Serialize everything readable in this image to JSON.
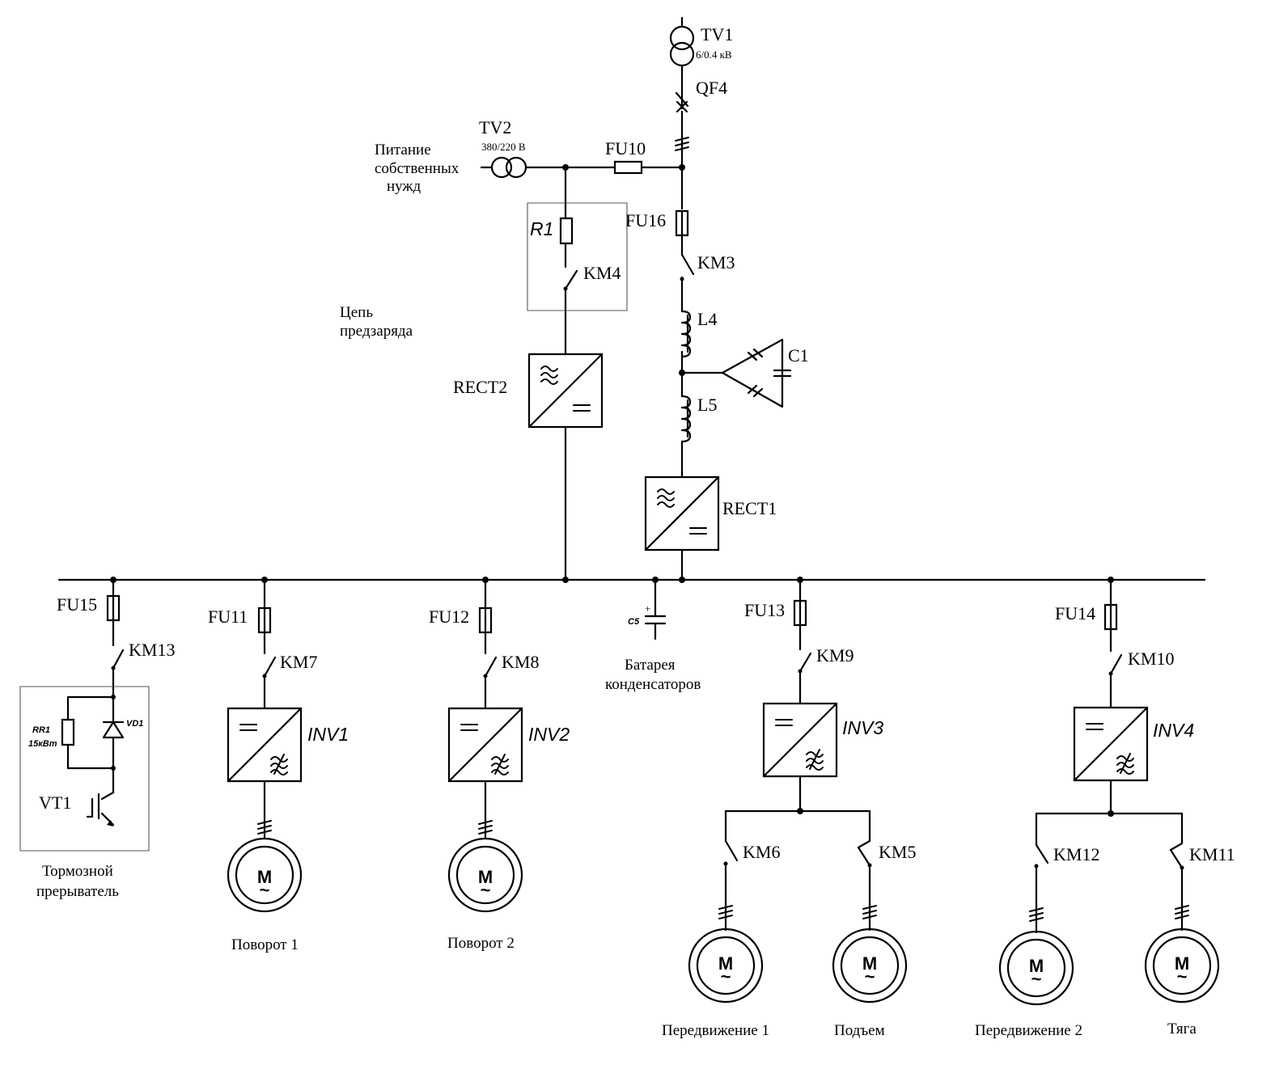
{
  "transformers": {
    "tv1": {
      "label": "TV1",
      "rating": "6/0.4 кВ"
    },
    "tv2": {
      "label": "TV2",
      "rating": "380/220 В"
    }
  },
  "breakers": {
    "qf4": "QF4"
  },
  "aux_supply": {
    "line1": "Питание",
    "line2": "собственных",
    "line3": "нужд"
  },
  "precharge": {
    "line1": "Цепь",
    "line2": "предзаряда",
    "resistor": "R1",
    "contactor": "KM4"
  },
  "fuses": {
    "fu10": "FU10",
    "fu16": "FU16",
    "fu11": "FU11",
    "fu12": "FU12",
    "fu13": "FU13",
    "fu14": "FU14",
    "fu15": "FU15"
  },
  "contactors": {
    "km3": "KM3",
    "km5": "KM5",
    "km6": "KM6",
    "km7": "KM7",
    "km8": "KM8",
    "km9": "KM9",
    "km10": "KM10",
    "km11": "KM11",
    "km12": "KM12",
    "km13": "KM13"
  },
  "filter": {
    "l4": "L4",
    "l5": "L5",
    "c1": "C1"
  },
  "rectifiers": {
    "rect1": "RECT1",
    "rect2": "RECT2"
  },
  "inverters": {
    "inv1": "INV1",
    "inv2": "INV2",
    "inv3": "INV3",
    "inv4": "INV4"
  },
  "capacitor_bank": {
    "label": "C5",
    "plus": "+",
    "line1": "Батарея",
    "line2": "конденсаторов"
  },
  "brake_chopper": {
    "rr1": "RR1",
    "rr1_power": "15кВт",
    "vd1": "VD1",
    "vt1": "VT1",
    "line1": "Тормозной",
    "line2": "прерыватель"
  },
  "motor_symbol": {
    "letter": "M",
    "tilde": "~"
  },
  "motors": {
    "turn1": "Поворот 1",
    "turn2": "Поворот 2",
    "travel1": "Передвижение 1",
    "hoist": "Подъем",
    "travel2": "Передвижение 2",
    "traction": "Тяга"
  }
}
